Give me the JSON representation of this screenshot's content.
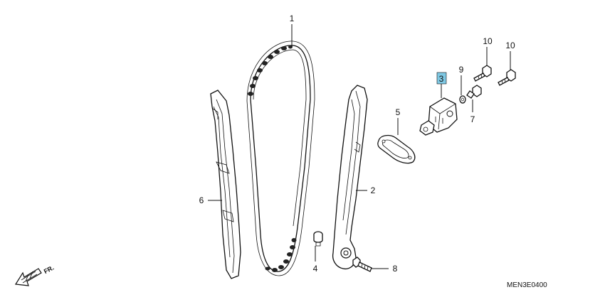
{
  "callouts": {
    "c1": "1",
    "c2": "2",
    "c3": "3",
    "c4": "4",
    "c5": "5",
    "c6": "6",
    "c7": "7",
    "c8": "8",
    "c9": "9",
    "c10a": "10",
    "c10b": "10"
  },
  "highlight": {
    "part": "3",
    "color": "#7ec8e3"
  },
  "direction_label": "FR.",
  "diagram_code": "MEN3E0400"
}
